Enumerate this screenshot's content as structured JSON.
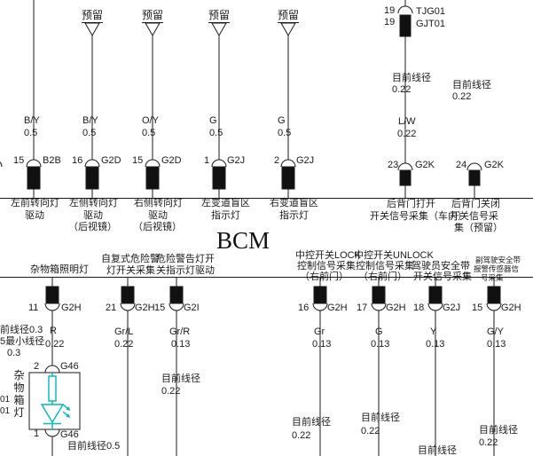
{
  "page": {
    "bcm": "BCM",
    "reserved": "预留"
  },
  "colors": {
    "wire_line": "#1a1a1a",
    "lamp_symbol": "#00b8bc",
    "background": "#ffffff"
  },
  "inline_connector": {
    "pin_top": "19",
    "name_top": "TJG01",
    "pin_bottom": "19",
    "name_bottom": "GJT01"
  },
  "top_pins": [
    {
      "num": "15",
      "conn": "B2B",
      "wire": "B/Y",
      "gauge": "0.5",
      "func1": "左前转向灯",
      "func2": "驱动",
      "func3": ""
    },
    {
      "num": "16",
      "conn": "G2D",
      "wire": "B/Y",
      "gauge": "0.5",
      "func1": "左侧转向灯",
      "func2": "驱动",
      "func3": "（后视镜）"
    },
    {
      "num": "15",
      "conn": "G2D",
      "wire": "O/Y",
      "gauge": "0.5",
      "func1": "右侧转向灯",
      "func2": "驱动",
      "func3": "（后视镜）"
    },
    {
      "num": "1",
      "conn": "G2J",
      "wire": "G",
      "gauge": "0.5",
      "func1": "左变道盲区",
      "func2": "指示灯",
      "func3": ""
    },
    {
      "num": "2",
      "conn": "G2J",
      "wire": "G",
      "gauge": "0.5",
      "func1": "右变道盲区",
      "func2": "指示灯",
      "func3": ""
    },
    {
      "num": "23",
      "conn": "G2K",
      "wire": "L/W",
      "gauge": "0.22",
      "func1": "后背门打开",
      "func2": "开关信号采集（车内）",
      "func3": ""
    },
    {
      "num": "24",
      "conn": "G2K",
      "wire": "",
      "gauge": "",
      "func1": "后背门关闭",
      "func2": "开关信号采",
      "func3": "集（预留）"
    }
  ],
  "bottom_pins": [
    {
      "num": "11",
      "conn": "G2H",
      "wire": "R",
      "gauge": "0.22",
      "func1": "杂物箱照明灯",
      "func2": "",
      "func3": ""
    },
    {
      "num": "21",
      "conn": "G2H",
      "wire": "Gr/L",
      "gauge": "0.22",
      "func1": "自复式危险警",
      "func2": "灯开关采集",
      "func3": ""
    },
    {
      "num": "15",
      "conn": "G2I",
      "wire": "Gr/R",
      "gauge": "0.13",
      "func1": "危险警告灯开",
      "func2": "关指示灯驱动",
      "func3": ""
    },
    {
      "num": "16",
      "conn": "G2H",
      "wire": "Gr",
      "gauge": "0.13",
      "func1": "中控开关LOCK",
      "func2": "控制信号采集",
      "func3": "（右前门）"
    },
    {
      "num": "17",
      "conn": "G2H",
      "wire": "G",
      "gauge": "0.13",
      "func1": "中控开关UNLOCK",
      "func2": "控制信号采集",
      "func3": "（右前门）"
    },
    {
      "num": "18",
      "conn": "G2J",
      "wire": "Y",
      "gauge": "0.13",
      "func1": "驾驶员安全带",
      "func2": "开关信号采集",
      "func3": ""
    },
    {
      "num": "15",
      "conn": "G2H",
      "wire": "G/Y",
      "gauge": "0.13",
      "func1": "副驾驶安全带",
      "func2": "报警传感器信",
      "func3": "号采集"
    }
  ],
  "glovebox": {
    "pin_top": "2",
    "conn_top": "G46",
    "pin_bottom": "1",
    "conn_bottom": "G46",
    "label": "杂物箱灯",
    "gauge_note": "目前线径0.5"
  },
  "annotations": {
    "tr1_l1": "目前线径",
    "tr1_l2": "0.22",
    "tr2_l1": "目前线径",
    "tr2_l2": "0.22",
    "left_l1": "前线径0.3",
    "left_l2": "5最小线径",
    "left_l3": "0.3",
    "edge1": "01",
    "edge2": "01",
    "mid_l1": "目前线径",
    "mid_l2": "0.22",
    "gr_l1": "目前线径",
    "gr_l2": "0.22",
    "g_l1": "目前线径",
    "g_l2": "0.22",
    "y_l1": "目前线径",
    "gy_l1": "目前线径",
    "gy_l2": "0.22"
  }
}
